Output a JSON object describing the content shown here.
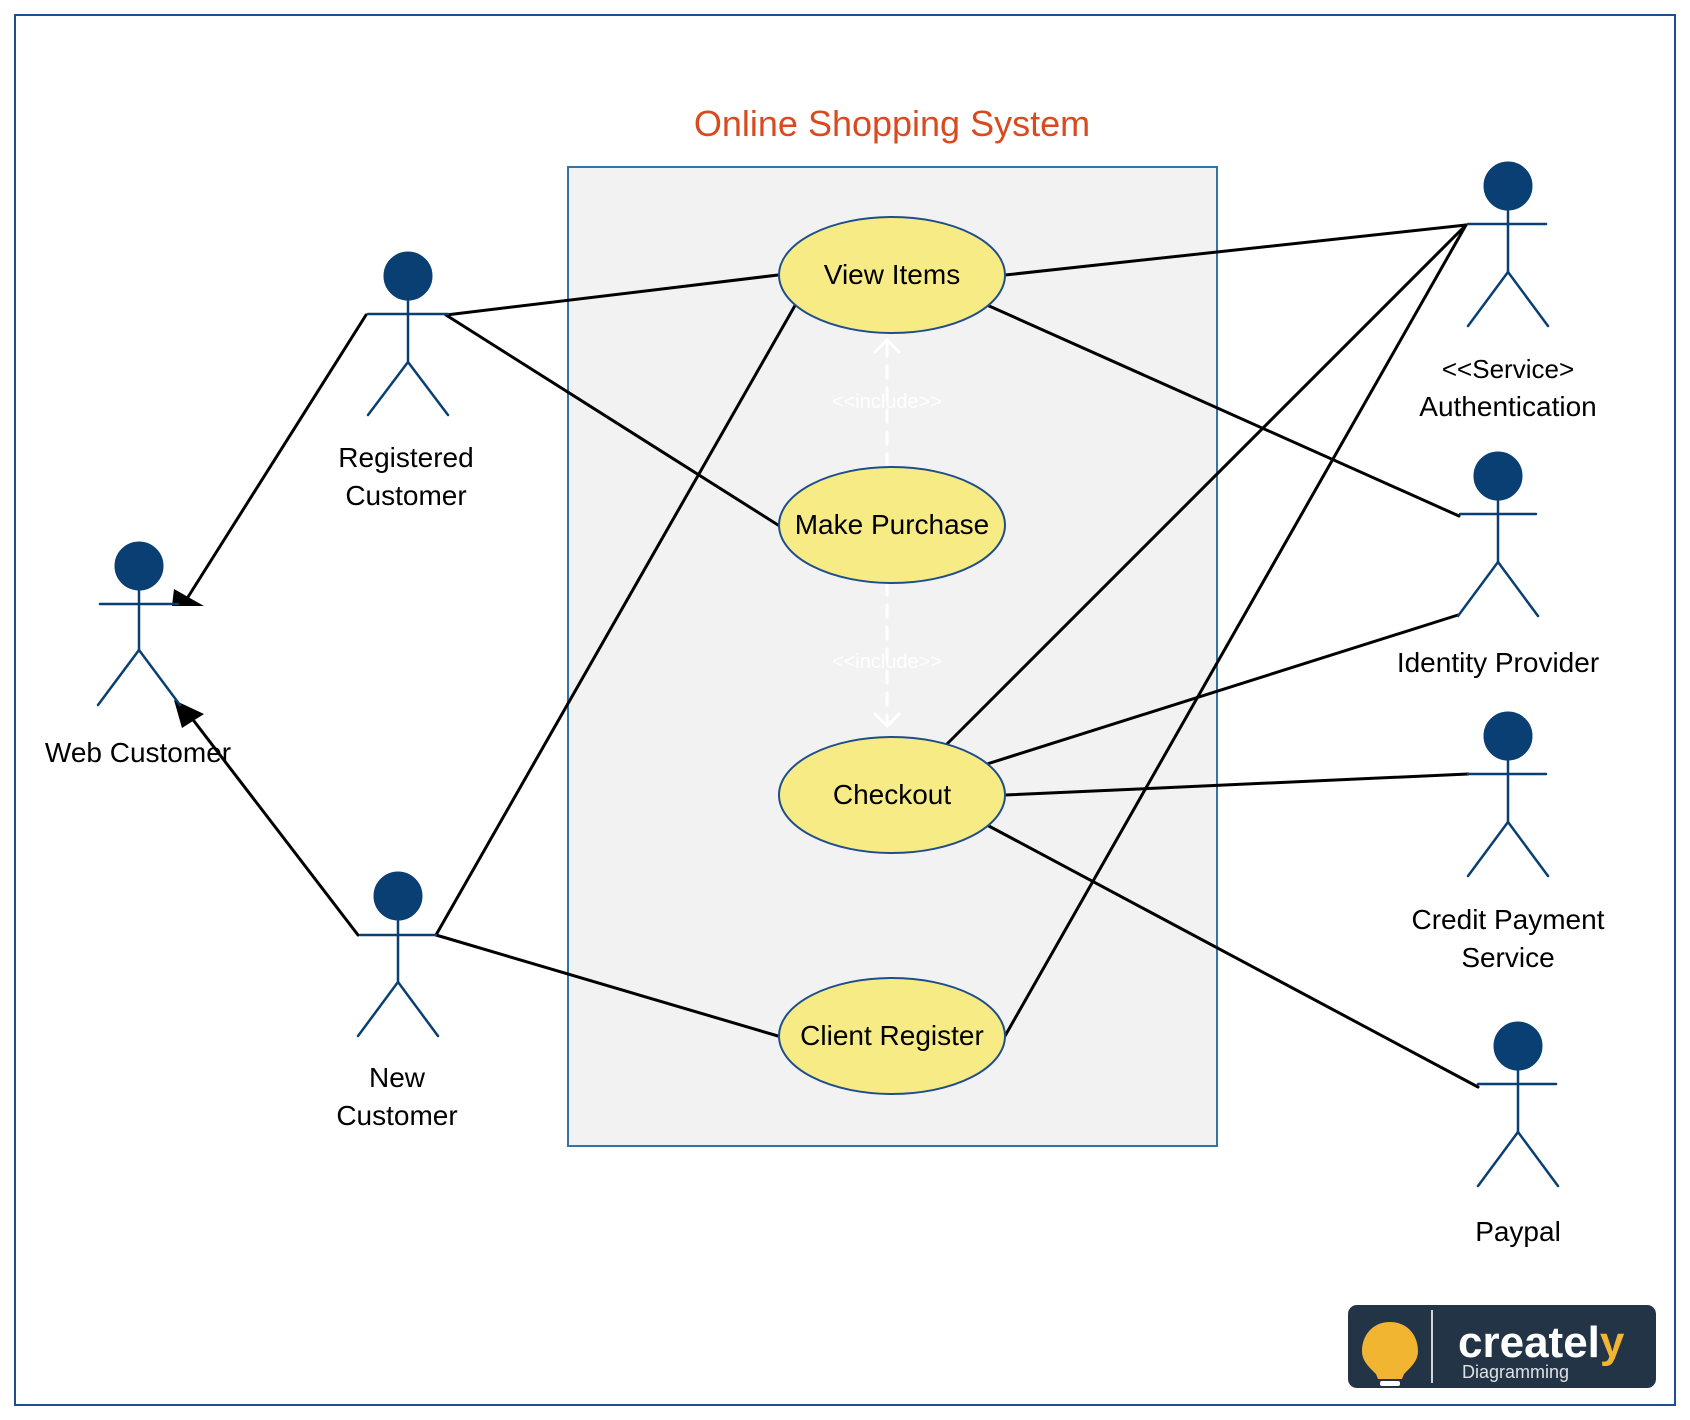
{
  "diagram": {
    "title": "Online Shopping System",
    "colors": {
      "title": "#d94a1e",
      "frame": "#1f4e8c",
      "system_fill": "#f2f2f2",
      "system_stroke": "#2f75a8",
      "usecase_fill": "#f6eb84",
      "usecase_stroke": "#1f4e8c",
      "actor": "#0a3f73",
      "line": "#000000",
      "include": "#ffffff",
      "logo_bg": "#243447",
      "logo_accent": "#f2b531"
    },
    "use_cases": {
      "view_items": "View Items",
      "make_purchase": "Make Purchase",
      "checkout": "Checkout",
      "client_register": "Client Register"
    },
    "include_labels": {
      "first": "<<include>>",
      "second": "<<include>>"
    },
    "actors": {
      "registered_customer": [
        "Registered",
        "Customer"
      ],
      "web_customer": [
        "Web Customer"
      ],
      "new_customer": [
        "New",
        "Customer"
      ],
      "authentication": [
        "<<Service>",
        "Authentication"
      ],
      "identity_provider": [
        "Identity Provider"
      ],
      "credit_payment": [
        "Credit Payment",
        "Service"
      ],
      "paypal": [
        "Paypal"
      ]
    },
    "logo": {
      "icon": "lightbulb-icon",
      "brand": "creately",
      "tagline": "Diagramming"
    }
  }
}
